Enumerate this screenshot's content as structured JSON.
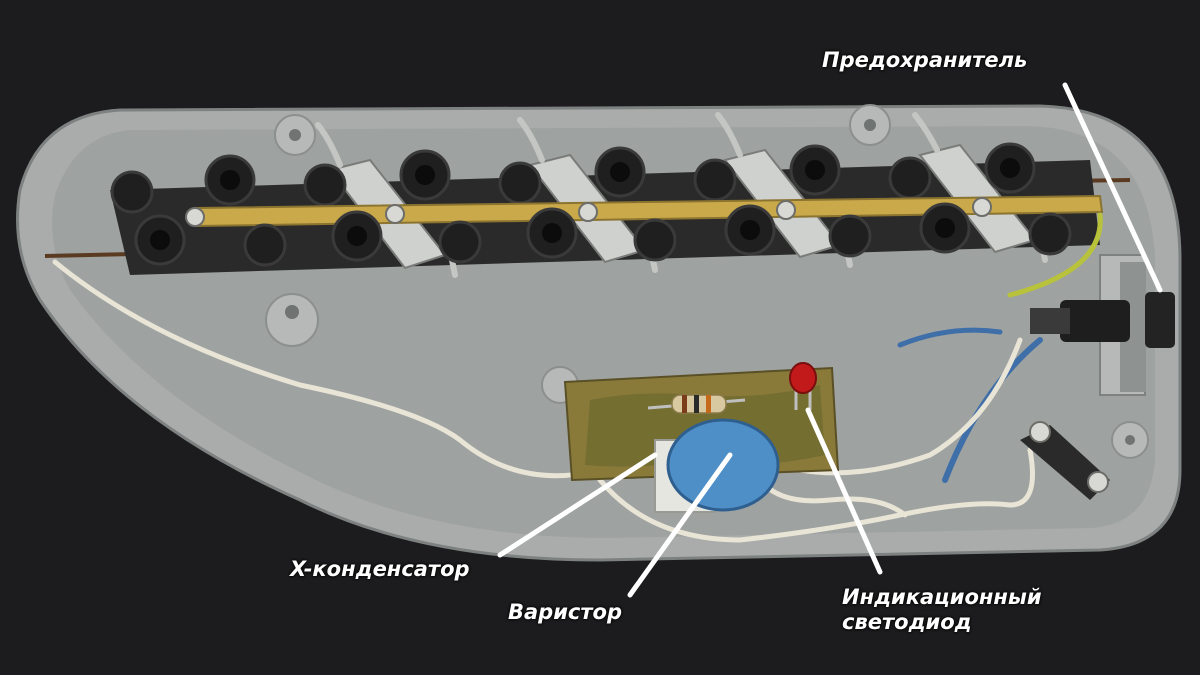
{
  "photo": {
    "colors": {
      "background": "#1c1c1e",
      "housing": "#a9acab",
      "housing_inner": "#9ea2a1",
      "socket": "#1f1f1f",
      "brass": "#c9a94a",
      "contact_metal": "#cfd1cf",
      "pcb": "#8a7a3a",
      "varistor": "#4f8fc8",
      "led": "#c21a1a",
      "wire_white": "#e8e4d6",
      "wire_blue": "#3f6fa8",
      "wire_yellow_green": "#b8c23a"
    }
  },
  "labels": {
    "fuse": "Предохранитель",
    "x_capacitor": "X-конденсатор",
    "varistor": "Варистор",
    "led_line1": "Индикационный",
    "led_line2": "светодиод"
  }
}
